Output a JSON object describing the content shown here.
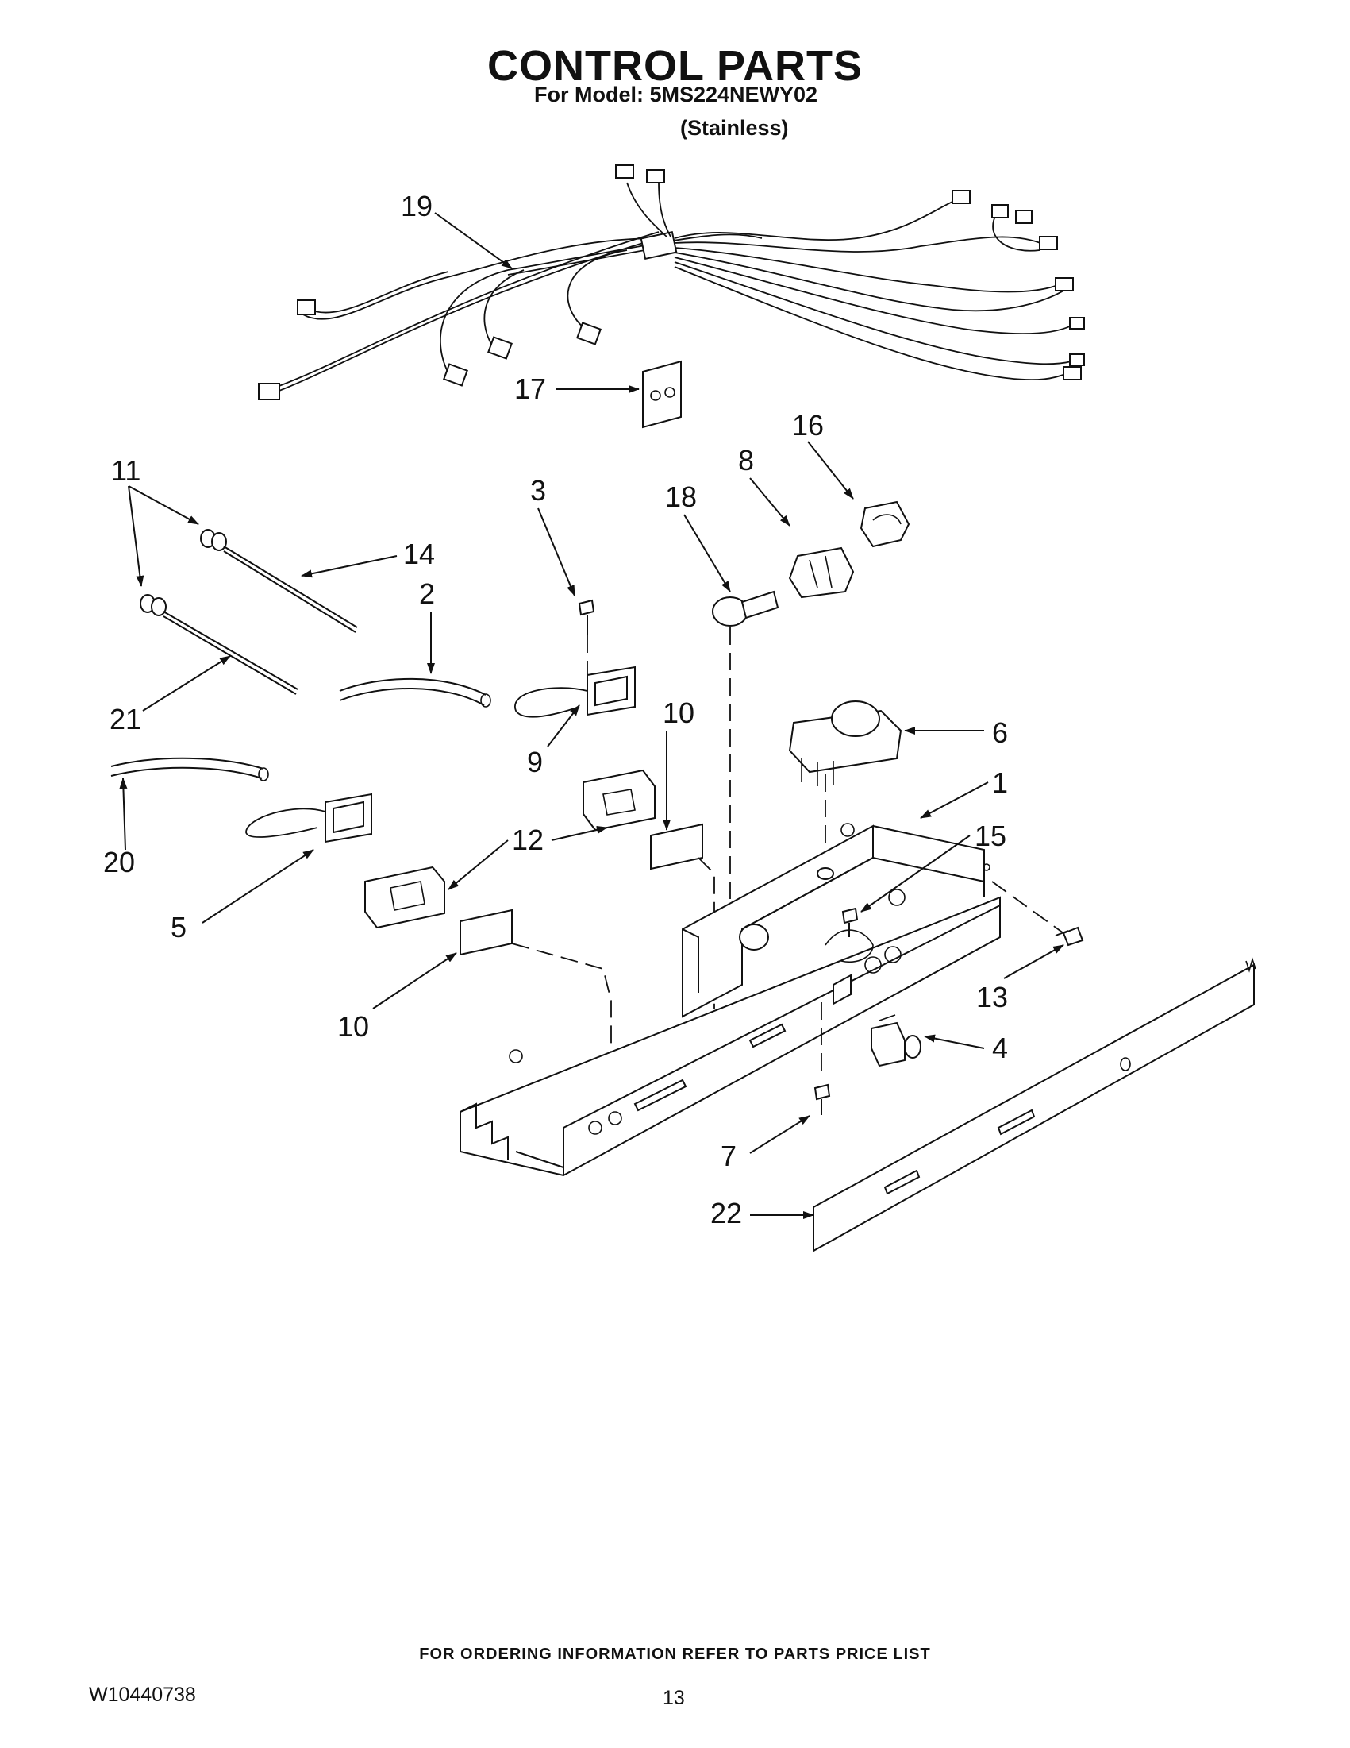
{
  "header": {
    "title": "CONTROL PARTS",
    "model": "For Model: 5MS224NEWY02",
    "variant": "(Stainless)"
  },
  "callouts": [
    "19",
    "17",
    "11",
    "14",
    "3",
    "2",
    "18",
    "8",
    "16",
    "21",
    "9",
    "10",
    "6",
    "1",
    "15",
    "12",
    "20",
    "5",
    "13",
    "4",
    "10",
    "7",
    "22"
  ],
  "footer": {
    "note": "FOR ORDERING INFORMATION REFER TO PARTS PRICE LIST",
    "doc_number": "W10440738",
    "page_number": "13"
  }
}
